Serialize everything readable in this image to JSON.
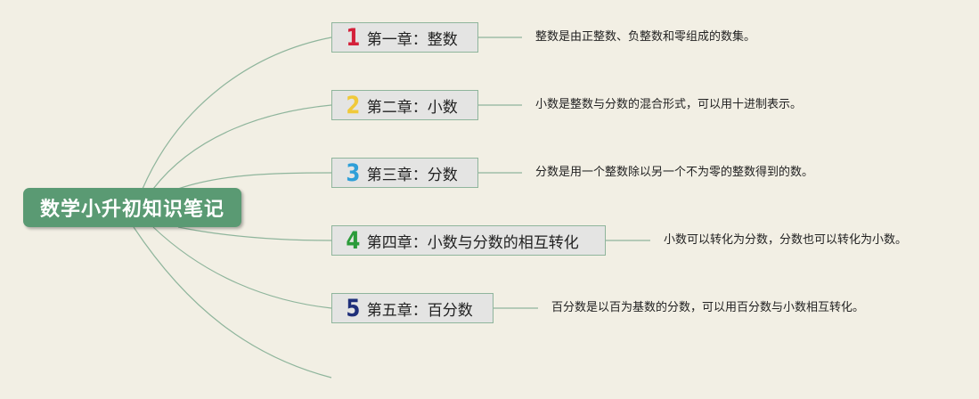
{
  "root": {
    "label": "数学小升初知识笔记",
    "color": "#5a9a73"
  },
  "connector_color": "#8fb59c",
  "chapters": [
    {
      "number": "1",
      "number_color": "#d4213a",
      "label": "第一章：整数",
      "note": "整数是由正整数、负整数和零组成的数集。"
    },
    {
      "number": "2",
      "number_color": "#f0c93a",
      "label": "第二章：小数",
      "note": "小数是整数与分数的混合形式，可以用十进制表示。"
    },
    {
      "number": "3",
      "number_color": "#2f9fd8",
      "label": "第三章：分数",
      "note": "分数是用一个整数除以另一个不为零的整数得到的数。"
    },
    {
      "number": "4",
      "number_color": "#2b9b3a",
      "label": "第四章：小数与分数的相互转化",
      "note": "小数可以转化为分数，分数也可以转化为小数。"
    },
    {
      "number": "5",
      "number_color": "#1f2f7a",
      "label": "第五章：百分数",
      "note": "百分数是以百为基数的分数，可以用百分数与小数相互转化。"
    }
  ]
}
